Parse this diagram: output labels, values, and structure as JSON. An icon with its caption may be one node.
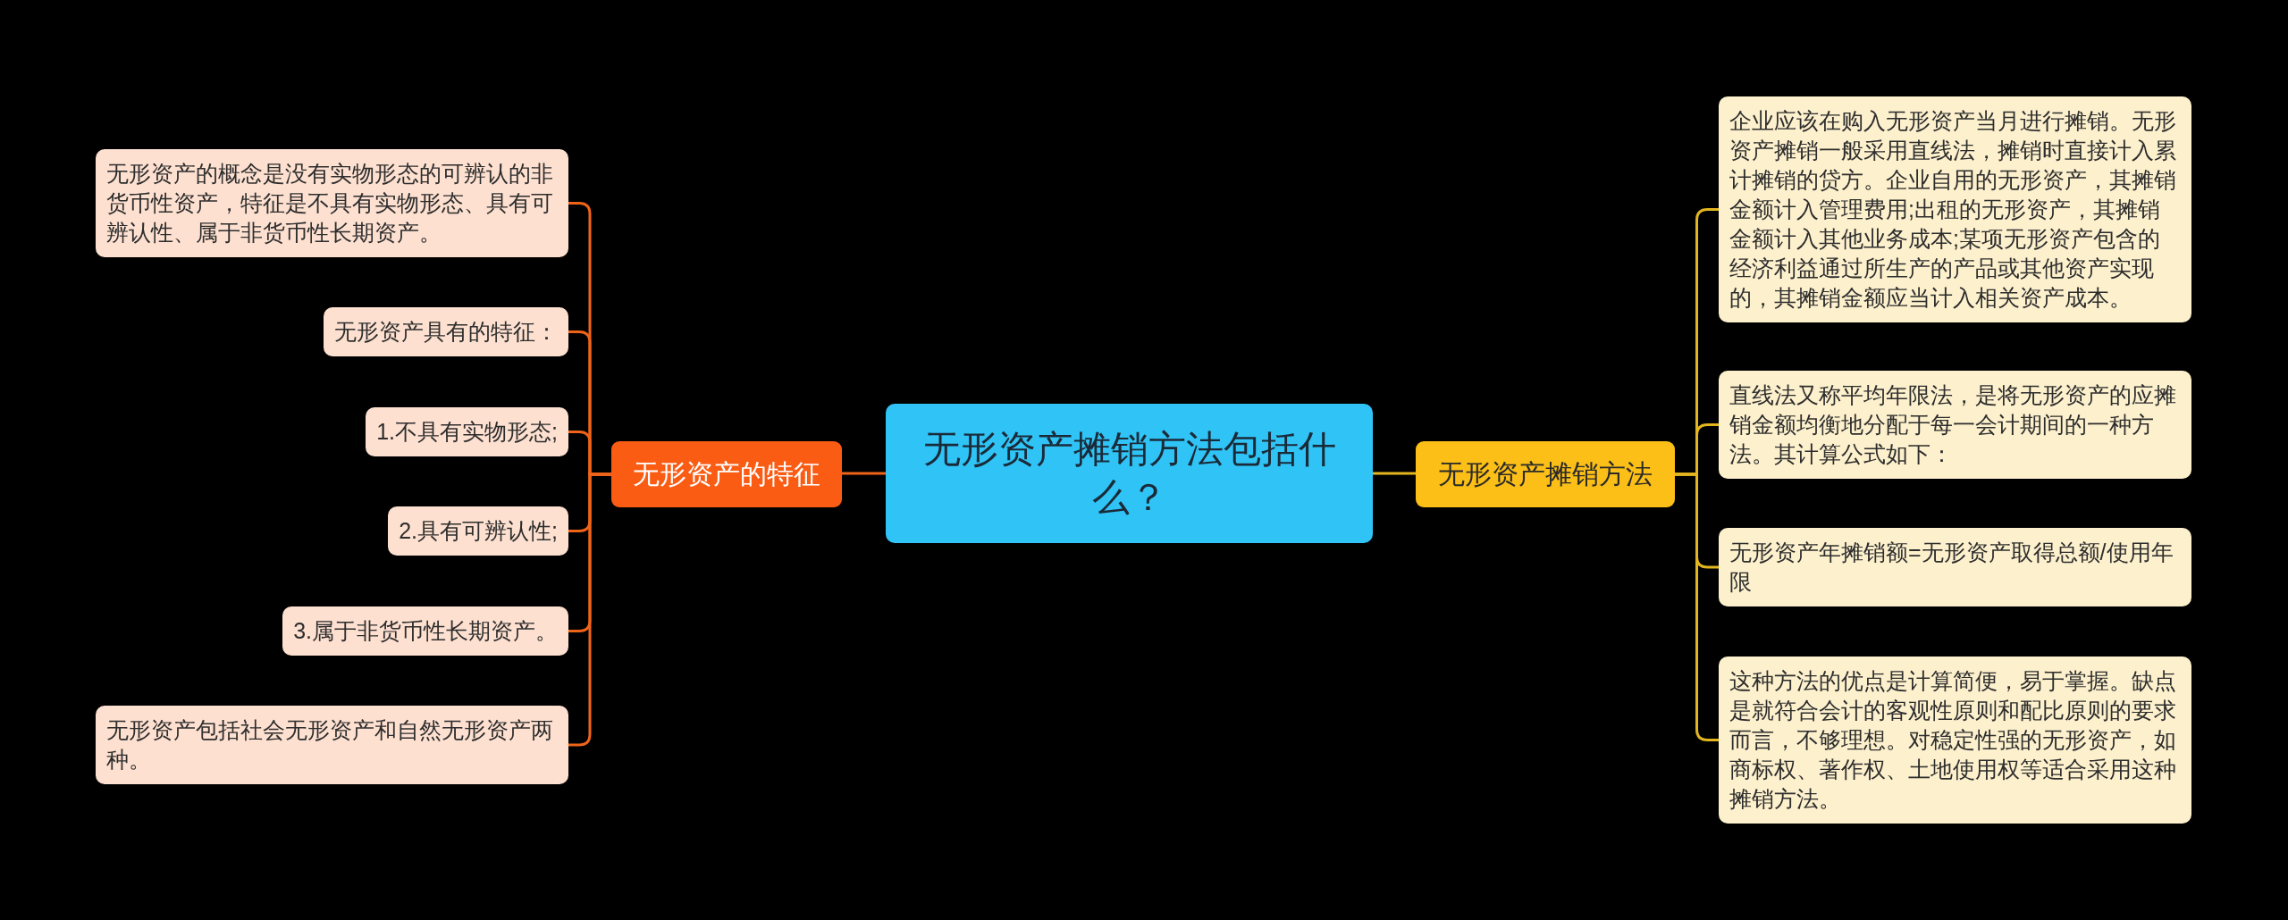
{
  "diagram": {
    "nodes": [
      {
        "text": [
          "无形资产摊销方法包括什么？"
        ]
      },
      {
        "text": [
          "无形资产的特征"
        ]
      },
      {
        "text": [
          "无形资产的概念是没有实物形态的可辨认的非货币性资产，特征是不具有实物形态、具有可辨认性、属于非货币性长期资产。"
        ]
      },
      {
        "text": [
          "无形资产具有的特征："
        ]
      },
      {
        "text": [
          "1.不具有实物形态;"
        ]
      },
      {
        "text": [
          "2.具有可辨认性;"
        ]
      },
      {
        "text": [
          "3.属于非货币性长期资产。"
        ]
      },
      {
        "text": [
          "无形资产包括社会无形资产和自然无形资产两种。"
        ]
      },
      {
        "text": [
          "无形资产摊销方法"
        ]
      },
      {
        "text": [
          "企业应该在购入无形资产当月进行摊销。无形资产摊销一般采用直线法，摊销时直接计入累计摊销的贷方。企业自用的无形资产，其摊销金额计入管理费用;出租的无形资产，其摊销金额计入其他业务成本;某项无形资产包含的经济利益通过所生产的产品或其他资产实现的，其摊销金额应当计入相关资产成本。"
        ]
      },
      {
        "text": [
          "直线法又称平均年限法，是将无形资产的应摊销金额均衡地分配于每一会计期间的一种方法。其计算公式如下："
        ]
      },
      {
        "text": [
          "无形资产年摊销额=无形资产取得总额/使用年限"
        ]
      },
      {
        "text": [
          "这种方法的优点是计算简便，易于掌握。缺点是就符合会计的客观性原则和配比原则的要求而言，不够理想。对稳定性强的无形资产，如商标权、著作权、土地使用权等适合采用这种摊销方法。"
        ]
      }
    ],
    "edges": [
      {
        "from": 0,
        "to": 1,
        "arrow": "none"
      },
      {
        "from": 1,
        "to": 2,
        "arrow": "none"
      },
      {
        "from": 1,
        "to": 3,
        "arrow": "none"
      },
      {
        "from": 1,
        "to": 4,
        "arrow": "none"
      },
      {
        "from": 1,
        "to": 5,
        "arrow": "none"
      },
      {
        "from": 1,
        "to": 6,
        "arrow": "none"
      },
      {
        "from": 1,
        "to": 7,
        "arrow": "none"
      },
      {
        "from": 0,
        "to": 8,
        "arrow": "none",
        "color": "#e3b51e"
      },
      {
        "from": 8,
        "to": 9,
        "arrow": "none",
        "color": "#e3b51e"
      },
      {
        "from": 8,
        "to": 10,
        "arrow": "none",
        "color": "#e3b51e"
      },
      {
        "from": 8,
        "to": 11,
        "arrow": "none",
        "color": "#e3b51e"
      },
      {
        "from": 8,
        "to": 12,
        "arrow": "none",
        "color": "#e3b51e"
      }
    ]
  }
}
